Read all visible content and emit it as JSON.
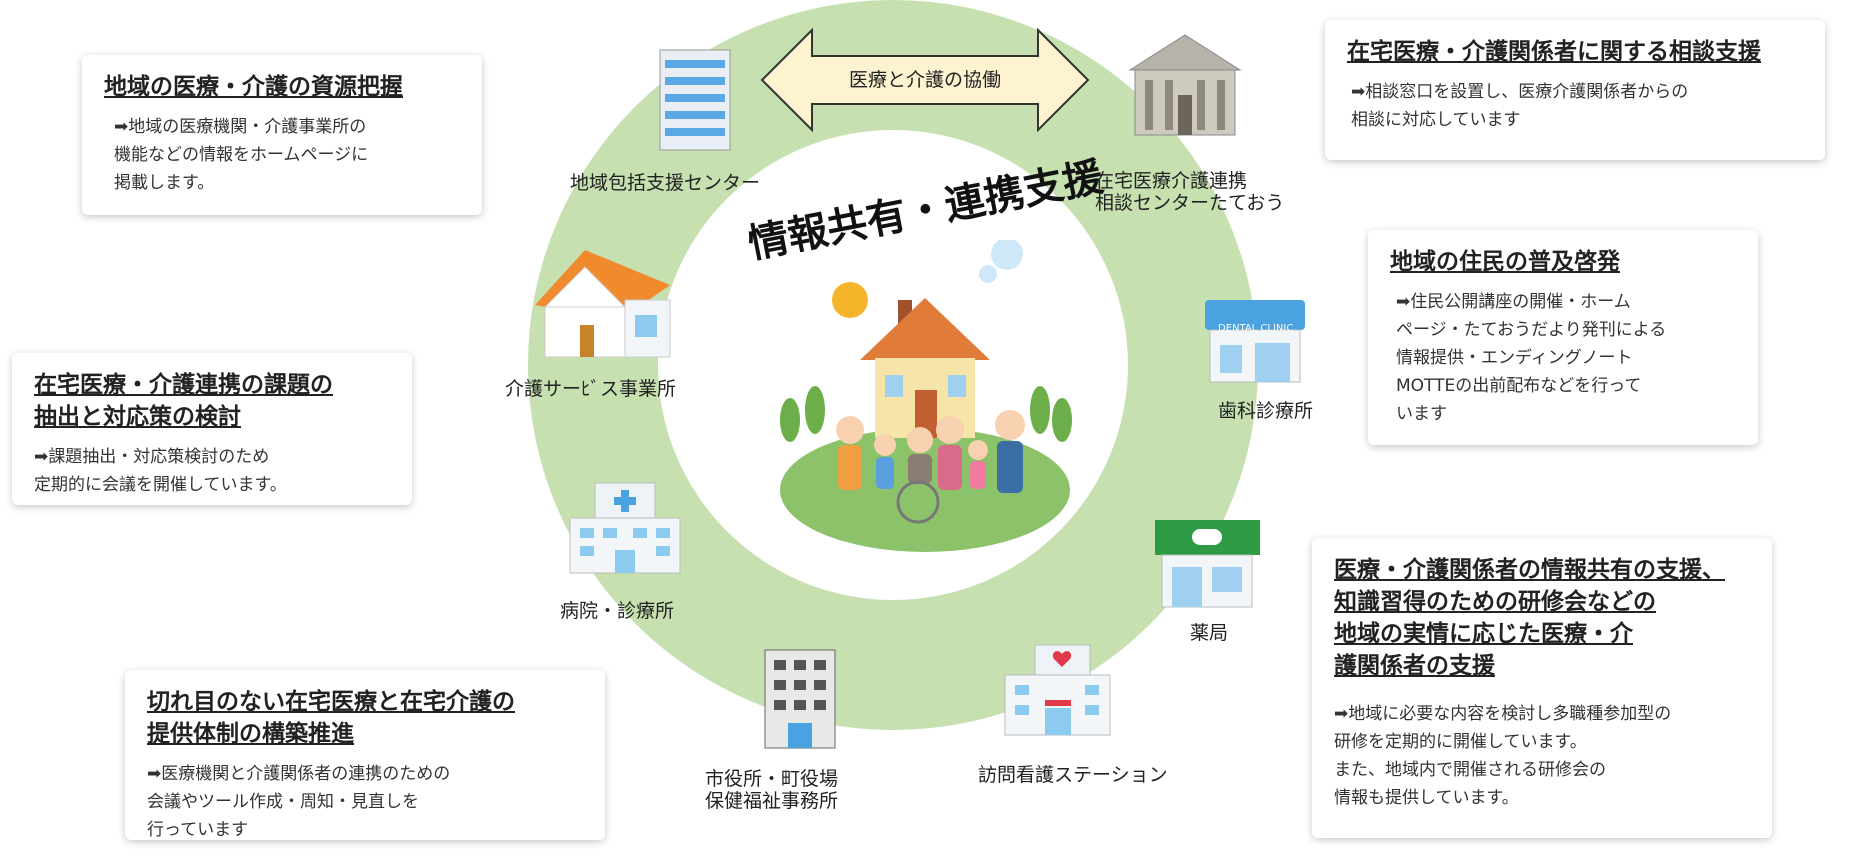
{
  "cards": [
    {
      "title": "地域の医療・介護の資源把握",
      "body": "➡地域の医療機関・介護事業所の\n機能などの情報をホームページに\n掲載します。"
    },
    {
      "title": "在宅医療・介護連携の課題の\n抽出と対応策の検討",
      "body": "➡課題抽出・対応策検討のため\n定期的に会議を開催しています。"
    },
    {
      "title": "切れ目のない在宅医療と在宅介護の\n提供体制の構築推進",
      "body": "➡医療機関と介護関係者の連携のための\n会議やツール作成・周知・見直しを\n行っています"
    },
    {
      "title": "在宅医療・介護関係者に関する相談支援",
      "body": "➡相談窓口を設置し、医療介護関係者からの\n相談に対応しています"
    },
    {
      "title": "地域の住民の普及啓発",
      "body": "➡住民公開講座の開催・ホーム\nページ・たておうだより発刊による\n情報提供・エンディングノート\nMOTTEの出前配布などを行って\nいます"
    },
    {
      "title": "医療・介護関係者の情報共有の支援、\n知識習得のための研修会などの\n地域の実情に応じた医療・介\n護関係者の支援",
      "body": "➡地域に必要な内容を検討し多職種参加型の\n研修を定期的に開催しています。\nまた、地域内で開催される研修会の\n情報も提供しています。"
    }
  ],
  "center_title": "情報共有・連携支援",
  "arrow_label": "医療と介護の協働",
  "nodes": {
    "houkatsu": "地域包括支援センター",
    "renkei": "在宅医療介護連携\n相談センターたておう",
    "kaigo": "介護サーﾋﾞス事業所",
    "shika": "歯科診療所",
    "byoin": "病院・診療所",
    "yakkyoku": "薬局",
    "shiyakusho": "市役所・町役場\n保健福祉事務所",
    "houmon": "訪問看護ステーション"
  },
  "dental_sign": "DENTAL CLINIC",
  "colors": {
    "ring": "#c6e0b0",
    "arrow_fill": "#fdf3d0",
    "roof": "#f08a2c",
    "accent_blue": "#4aa3e0",
    "pharmacy_green": "#2e9a45"
  }
}
